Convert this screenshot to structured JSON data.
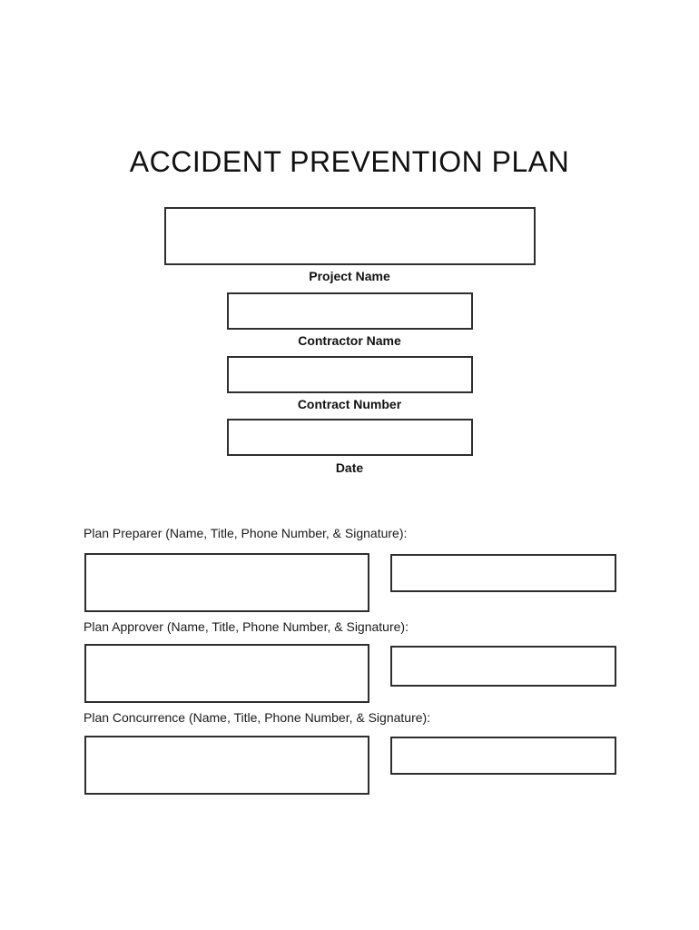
{
  "document": {
    "title": "ACCIDENT PREVENTION PLAN",
    "header_fields": [
      {
        "name": "project-name",
        "label": "Project Name",
        "value": ""
      },
      {
        "name": "contractor-name",
        "label": "Contractor Name",
        "value": ""
      },
      {
        "name": "contract-number",
        "label": "Contract Number",
        "value": ""
      },
      {
        "name": "date",
        "label": "Date",
        "value": ""
      }
    ],
    "signature_sections": [
      {
        "name": "plan-preparer",
        "label": "Plan Preparer (Name, Title, Phone Number, & Signature):",
        "info_value": "",
        "signature_value": ""
      },
      {
        "name": "plan-approver",
        "label": "Plan Approver (Name, Title, Phone Number, & Signature):",
        "info_value": "",
        "signature_value": ""
      },
      {
        "name": "plan-concurrence",
        "label": "Plan Concurrence (Name, Title, Phone Number, & Signature):",
        "info_value": "",
        "signature_value": ""
      }
    ],
    "colors": {
      "text": "#1a1a1a",
      "border": "#2e2e2e",
      "background": "#ffffff"
    }
  }
}
